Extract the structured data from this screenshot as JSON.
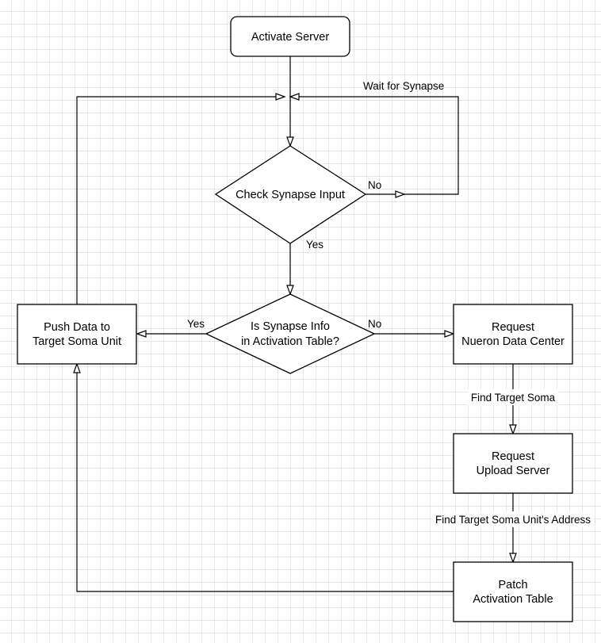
{
  "nodes": {
    "activate_server": {
      "lines": [
        "Activate Server"
      ]
    },
    "check_synapse": {
      "lines": [
        "Check Synapse Input"
      ]
    },
    "is_synapse_info": {
      "lines": [
        "Is Synapse Info",
        "in Activation Table?"
      ]
    },
    "push_data": {
      "lines": [
        "Push Data to",
        "Target Soma Unit"
      ]
    },
    "request_neuron": {
      "lines": [
        "Request",
        "Nueron Data Center"
      ]
    },
    "request_upload": {
      "lines": [
        "Request",
        "Upload Server"
      ]
    },
    "patch_table": {
      "lines": [
        "Patch",
        "Activation Table"
      ]
    }
  },
  "edges": {
    "wait_for_synapse": "Wait for Synapse",
    "check_no": "No",
    "check_yes": "Yes",
    "info_yes": "Yes",
    "info_no": "No",
    "find_target_soma": "Find Target Soma",
    "find_address": "Find Target Soma Unit's Address"
  }
}
